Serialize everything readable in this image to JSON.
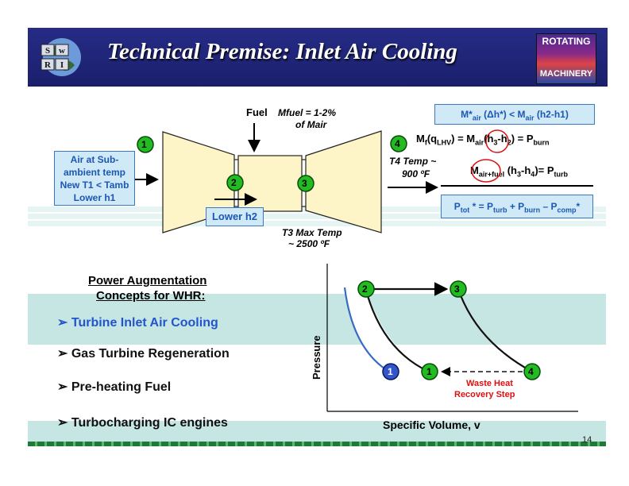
{
  "slide": {
    "title": "Technical Premise: Inlet Air Cooling",
    "page_number": "14"
  },
  "logos": {
    "left": "SwRI",
    "right_line1": "ROTATING",
    "right_line2": "MACHINERY"
  },
  "colors": {
    "title_bar": "#1f2478",
    "teal_stripe": "#c6e6e4",
    "node_green": "#22bb22",
    "node_blue": "#3355cc",
    "box_fill": "#cfe9f7",
    "box_text": "#1c57b4",
    "red": "#dd1111"
  },
  "turbine": {
    "fuel_label": "Fuel",
    "mfuel_line1": "Mfuel = 1-2%",
    "mfuel_line2": "of Mair",
    "inlet_box": [
      "Air at Sub-",
      "ambient temp",
      "New T1 < Tamb",
      "Lower h1"
    ],
    "lower_h2": "Lower h2",
    "t4_line1": "T4 Temp ~",
    "t4_line2": "900 ºF",
    "t3_line1": "T3 Max Temp",
    "t3_line2": "~ 2500 ºF",
    "nodes": [
      "1",
      "2",
      "3",
      "4"
    ]
  },
  "equations": {
    "box_top": {
      "a": "M*",
      "a_sub": "air",
      "b": " (Δh*) < M",
      "b_sub": "air",
      "c": " (h2-h1)"
    },
    "burn": {
      "a": "M",
      "a_sub": "f",
      "b": "(q",
      "b_sub": "LHV",
      "c": ") = M",
      "c_sub": "air",
      "d": "(h",
      "d_sub": "3",
      "e": "-h",
      "e_sub": "2",
      "f": ") = P",
      "f_sub": "burn"
    },
    "turb": {
      "a": "M",
      "a_sub": "air+fuel",
      "b": " (h",
      "b_sub": "3",
      "c": "-h",
      "c_sub": "4",
      "d": ")= P",
      "d_sub": "turb"
    },
    "tot": {
      "a": "P",
      "a_sub": "tot",
      "b": " * = P",
      "b_sub": "turb",
      "c": " + P",
      "c_sub": "burn",
      "d": " – P",
      "d_sub": "comp",
      "e": "*"
    }
  },
  "concepts": {
    "heading_line1": "Power Augmentation",
    "heading_line2": "Concepts for WHR:",
    "items": [
      "Turbine Inlet Air Cooling",
      "Gas Turbine Regeneration",
      "Pre-heating Fuel",
      "Turbocharging IC engines"
    ],
    "bullet_glyph": "➢"
  },
  "pv_diagram": {
    "y_label": "Pressure",
    "x_label": "Specific Volume, v",
    "waste_line1": "Waste Heat",
    "waste_line2": "Recovery Step",
    "nodes": [
      "2",
      "3",
      "1",
      "1",
      "4"
    ]
  }
}
